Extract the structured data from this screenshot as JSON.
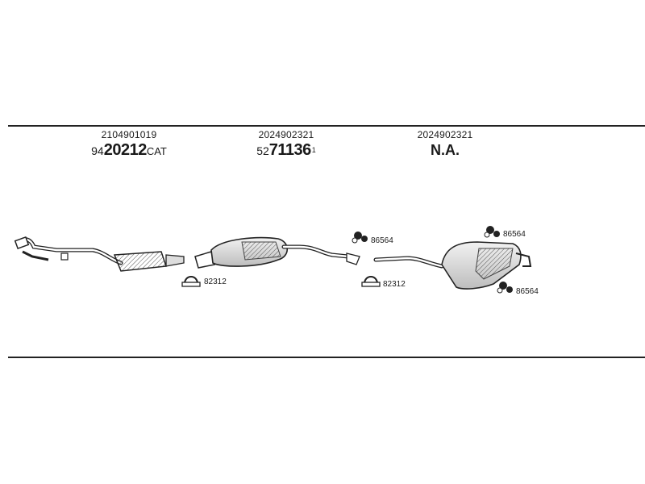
{
  "parts": [
    {
      "oem_number": "2104901019",
      "code_prefix": "94",
      "code_main": "20212",
      "code_suffix": "CAT",
      "code_sup": ""
    },
    {
      "oem_number": "2024902321",
      "code_prefix": "52",
      "code_main": "71136",
      "code_suffix": "",
      "code_sup": "1"
    },
    {
      "oem_number": "2024902321",
      "code_na": "N.A."
    }
  ],
  "callouts": {
    "clamp_left": "82312",
    "clamp_right": "82312",
    "hanger_middle": "86564",
    "hanger_rear_top": "86564",
    "hanger_rear_bottom": "86564"
  }
}
